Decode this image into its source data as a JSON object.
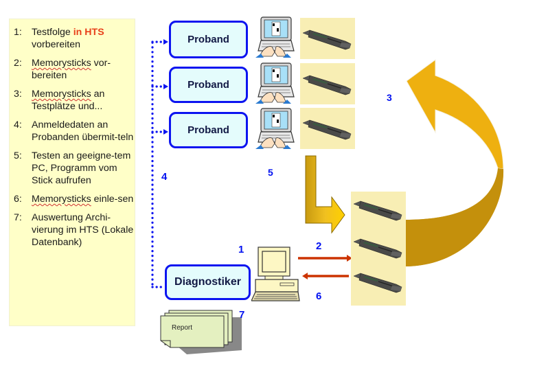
{
  "steps": [
    {
      "num": "1:",
      "parts": [
        {
          "t": "Testfolge "
        },
        {
          "t": "in HTS",
          "style": "hl"
        },
        {
          "t": " vorbereiten"
        }
      ]
    },
    {
      "num": "2:",
      "parts": [
        {
          "t": "Memorysticks",
          "style": "sq"
        },
        {
          "t": " vor-bereiten"
        }
      ]
    },
    {
      "num": "3:",
      "parts": [
        {
          "t": "Memorysticks",
          "style": "sq"
        },
        {
          "t": " an Testplätze und..."
        }
      ]
    },
    {
      "num": "4:",
      "parts": [
        {
          "t": "Anmeldedaten an Probanden übermit-teln"
        }
      ]
    },
    {
      "num": "5:",
      "parts": [
        {
          "t": "Testen an geeigne-tem PC, Programm vom Stick aufrufen"
        }
      ]
    },
    {
      "num": "6:",
      "parts": [
        {
          "t": "Memorysticks",
          "style": "sq"
        },
        {
          "t": " einle-sen"
        }
      ]
    },
    {
      "num": "7:",
      "parts": [
        {
          "t": "Auswertung Archi-vierung im HTS (Lokale Datenbank)"
        }
      ]
    }
  ],
  "roles": {
    "proband": [
      "Proband",
      "Proband",
      "Proband"
    ],
    "diagnostiker": "Diagnostiker"
  },
  "labels": {
    "n1": "1",
    "n2": "2",
    "n3": "3",
    "n4": "4",
    "n5": "5",
    "n6": "6",
    "n7": "7"
  },
  "report": {
    "label": "Report"
  },
  "colors": {
    "note_bg": "#ffffc8",
    "role_border": "#0c14f0",
    "role_fill": "#e4fcfc",
    "label_blue": "#0010f0",
    "highlight": "#e8401a",
    "arrow_red": "#cc3300",
    "arrow_gold": "#eeb010",
    "arrow_gold_dark": "#c4900c",
    "tile_bg": "#f8eeb4"
  }
}
